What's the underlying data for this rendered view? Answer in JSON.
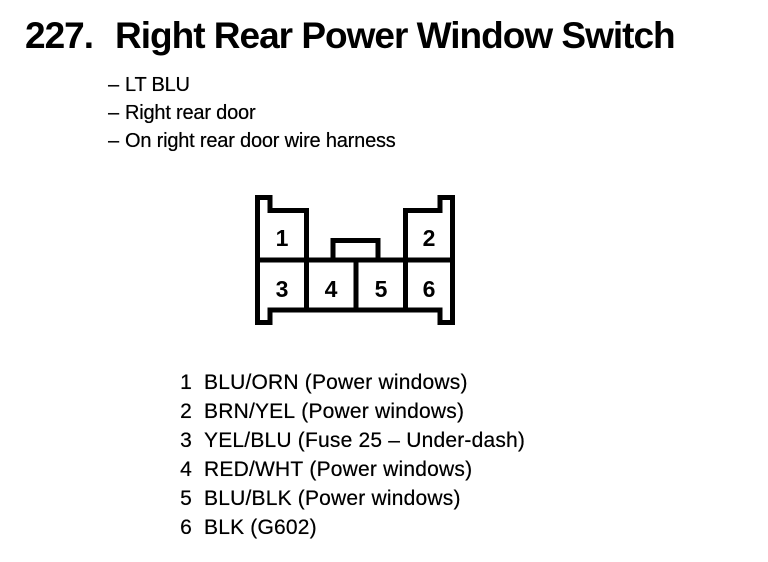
{
  "page": {
    "background_color": "#ffffff",
    "ink_color": "#000000"
  },
  "figure": {
    "number": "227.",
    "title": "Right Rear Power Window Switch"
  },
  "details": {
    "bullet": "–",
    "items": [
      "LT BLU",
      "Right rear door",
      "On right rear door wire harness"
    ]
  },
  "connector": {
    "cavity_numbers": [
      "1",
      "2",
      "3",
      "4",
      "5",
      "6"
    ]
  },
  "pinout": [
    {
      "pin": "1",
      "wire_color": "BLU/ORN",
      "function": "(Power windows)"
    },
    {
      "pin": "2",
      "wire_color": "BRN/YEL",
      "function": "(Power windows)"
    },
    {
      "pin": "3",
      "wire_color": "YEL/BLU",
      "function": "(Fuse 25 – Under-dash)"
    },
    {
      "pin": "4",
      "wire_color": "RED/WHT",
      "function": "(Power windows)"
    },
    {
      "pin": "5",
      "wire_color": "BLU/BLK",
      "function": "(Power windows)"
    },
    {
      "pin": "6",
      "wire_color": "BLK",
      "function": "(G602)"
    }
  ]
}
